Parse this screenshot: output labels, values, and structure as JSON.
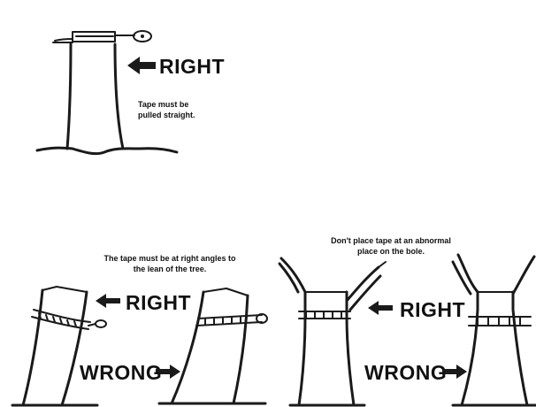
{
  "panel_top": {
    "correct_label": "RIGHT",
    "note": "Tape must be\npulled straight."
  },
  "panel_lean": {
    "note": "The tape must be at right angles to\nthe lean of the tree.",
    "correct_label": "RIGHT",
    "wrong_label": "WRONG"
  },
  "panel_bole": {
    "note": "Don't place tape at an abnormal\nplace on the bole.",
    "correct_label": "RIGHT",
    "wrong_label": "WRONG"
  },
  "colors": {
    "ink": "#1a1a1a",
    "background": "#ffffff"
  }
}
